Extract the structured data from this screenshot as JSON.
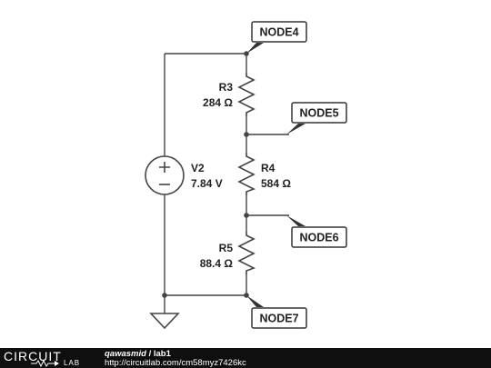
{
  "circuit": {
    "source": {
      "name": "V2",
      "value": "7.84 V"
    },
    "resistors": [
      {
        "name": "R3",
        "value": "284 Ω"
      },
      {
        "name": "R4",
        "value": "584 Ω"
      },
      {
        "name": "R5",
        "value": "88.4 Ω"
      }
    ],
    "nodes": [
      "NODE4",
      "NODE5",
      "NODE6",
      "NODE7"
    ]
  },
  "footer": {
    "logo_top": "CIRCUIT",
    "logo_bottom": "LAB",
    "user": "qawasmid",
    "separator": " / ",
    "project": "lab1",
    "url": "http://circuitlab.com/cm58myz7426kc"
  },
  "colors": {
    "wire": "#444444",
    "footer_bg": "#0f0f0f"
  }
}
